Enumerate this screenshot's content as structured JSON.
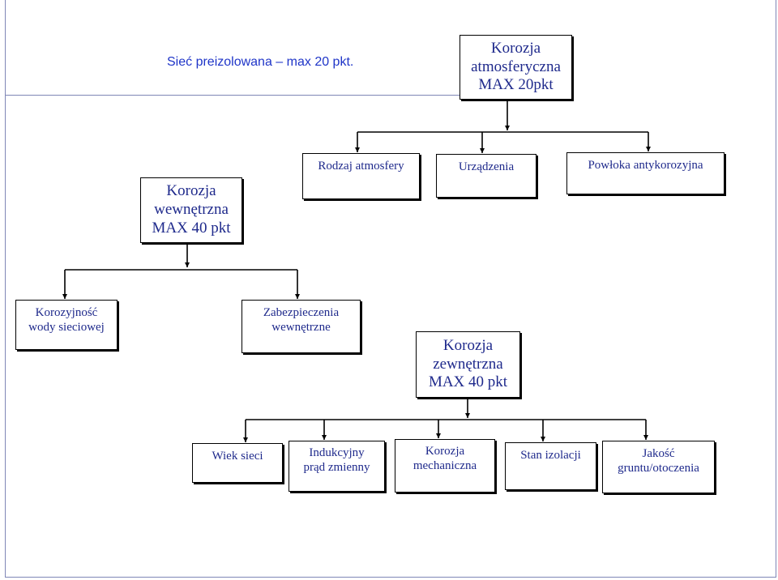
{
  "slide": {
    "title": "Sieć preizolowana – max 20 pkt."
  },
  "nodes": {
    "atmospheric": {
      "lines": [
        "Korozja",
        "atmosferyczna",
        "MAX 20pkt"
      ]
    },
    "atmosphere_type": {
      "lines": [
        "Rodzaj atmosfery"
      ]
    },
    "devices": {
      "lines": [
        "Urządzenia"
      ]
    },
    "coating": {
      "lines": [
        "Powłoka antykorozyjna"
      ]
    },
    "internal": {
      "lines": [
        "Korozja",
        "wewnętrzna",
        "MAX 40 pkt"
      ]
    },
    "water_corrosivity": {
      "lines": [
        "Korozyjność",
        "wody sieciowej"
      ]
    },
    "internal_protection": {
      "lines": [
        "Zabezpieczenia",
        "wewnętrzne"
      ]
    },
    "external": {
      "lines": [
        "Korozja",
        "zewnętrzna",
        "MAX 40 pkt"
      ]
    },
    "network_age": {
      "lines": [
        "Wiek sieci"
      ]
    },
    "induced_ac": {
      "lines": [
        "Indukcyjny",
        "prąd zmienny"
      ]
    },
    "mechanical": {
      "lines": [
        "Korozja",
        "mechaniczna"
      ]
    },
    "insulation": {
      "lines": [
        "Stan izolacji"
      ]
    },
    "soil": {
      "lines": [
        "Jakość",
        "gruntu/otoczenia"
      ]
    }
  }
}
